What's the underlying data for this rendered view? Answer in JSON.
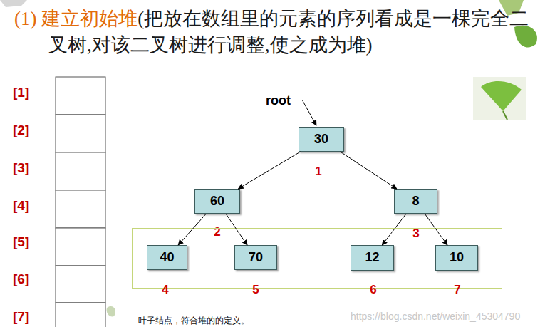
{
  "diagram": {
    "title": "(1) 建立初始堆",
    "nodes": [
      {
        "text": [
          "30",
          "1"
        ]
      },
      {
        "text": [
          "60",
          "2"
        ]
      },
      {
        "text": [
          "8",
          "3"
        ]
      },
      {
        "text": [
          "叶子结点，符合堆的的定义。"
        ]
      },
      {
        "text": [
          "40",
          "4"
        ],
        "in": 3
      },
      {
        "text": [
          "70",
          "5"
        ],
        "in": 3
      },
      {
        "text": [
          "12",
          "6"
        ],
        "in": 3
      },
      {
        "text": [
          "10",
          "7"
        ],
        "in": 3
      }
    ],
    "edges": [
      {
        "from": 0,
        "to": 1,
        "arrow": "to"
      },
      {
        "from": 0,
        "to": 2,
        "arrow": "to"
      },
      {
        "from": 1,
        "to": 4,
        "arrow": "to"
      },
      {
        "from": 1,
        "to": 5,
        "arrow": "to"
      },
      {
        "from": 2,
        "to": 6,
        "arrow": "to"
      },
      {
        "from": 2,
        "to": 7,
        "arrow": "to"
      }
    ],
    "labels": [
      "(把放在数组里的元素的序列看成是一棵完全二叉树,对该二叉树进行调整,使之成为堆)",
      "[1]",
      "[2]",
      "[3]",
      "[4]",
      "[5]",
      "[6]",
      "[7]",
      "root",
      "https://blog.csdn.net/weixin_45304790"
    ]
  }
}
